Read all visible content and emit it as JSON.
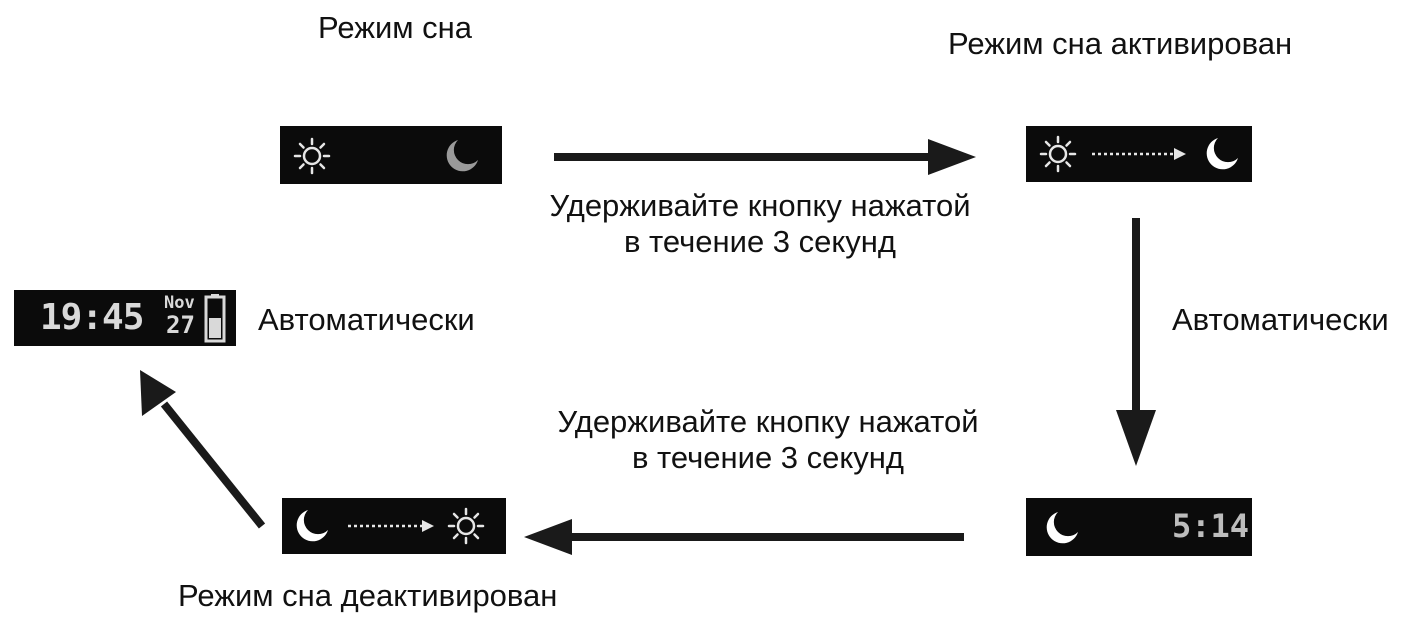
{
  "labels": {
    "sleep_mode": "Режим сна",
    "sleep_mode_activated": "Режим сна активирован",
    "sleep_mode_deactivated": "Режим сна деактивирован",
    "automatic_left": "Автоматически",
    "automatic_right": "Автоматически",
    "hold_top_line1": "Удерживайте кнопку нажатой",
    "hold_top_line2": "в течение 3 секунд",
    "hold_bottom_line1": "Удерживайте кнопку нажатой",
    "hold_bottom_line2": "в течение 3 секунд"
  },
  "screens": {
    "clock": {
      "time": "19:45",
      "month": "Nov",
      "day": "27"
    },
    "sleep_clock": {
      "time": "5:14"
    }
  },
  "icons": {
    "sun": "sun-icon",
    "moon": "moon-icon",
    "battery": "battery-icon",
    "dotted_arrow": "dotted-arrow-icon"
  },
  "colors": {
    "screen_bg": "#0b0b0b",
    "screen_fg": "#e6e6e6",
    "moon_dim": "#9a9a9a",
    "arrow": "#1a1a1a"
  }
}
